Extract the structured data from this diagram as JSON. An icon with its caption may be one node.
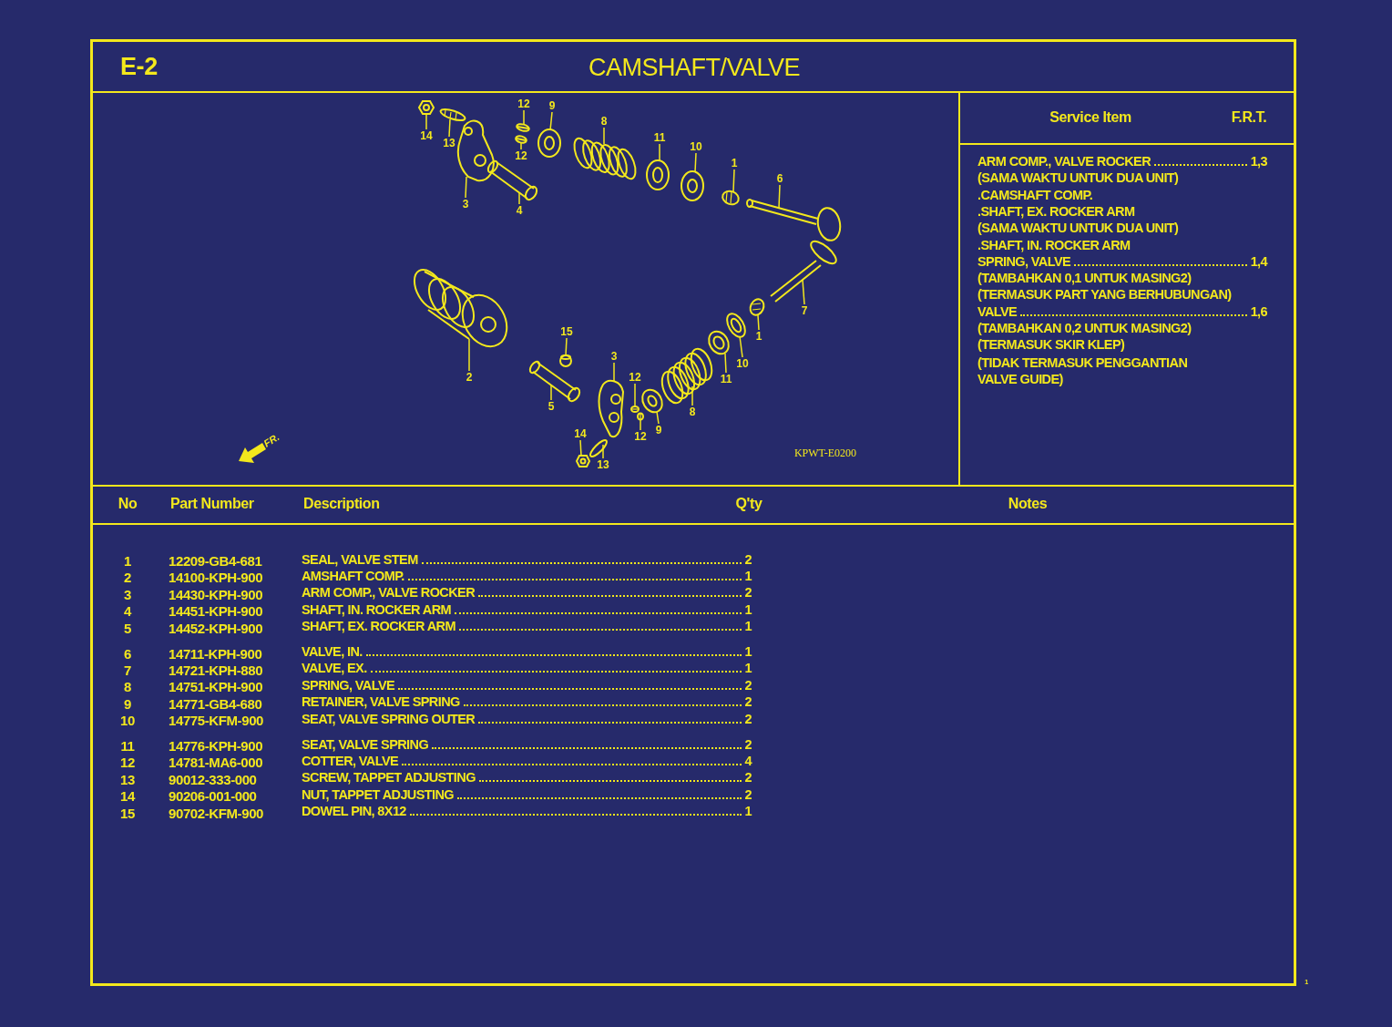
{
  "diagram": {
    "title": "CAMSHAFT/VALVE",
    "nodes": [
      {
        "text": [
          "12"
        ]
      },
      {
        "text": [
          "9"
        ]
      },
      {
        "text": [
          "8"
        ]
      },
      {
        "text": [
          "14"
        ]
      },
      {
        "text": [
          "11"
        ]
      },
      {
        "text": [
          "13"
        ]
      },
      {
        "text": [
          "10"
        ]
      },
      {
        "text": [
          "12"
        ]
      },
      {
        "text": [
          "1"
        ]
      },
      {
        "text": [
          "6"
        ]
      },
      {
        "text": [
          "3"
        ]
      },
      {
        "text": [
          "4"
        ]
      },
      {
        "text": [
          "7"
        ]
      },
      {
        "text": [
          "15"
        ]
      },
      {
        "text": [
          "1"
        ]
      },
      {
        "text": [
          "3"
        ]
      },
      {
        "text": [
          "10"
        ]
      },
      {
        "text": [
          "2"
        ]
      },
      {
        "text": [
          "12"
        ]
      },
      {
        "text": [
          "11"
        ]
      },
      {
        "text": [
          "5"
        ]
      },
      {
        "text": [
          "8"
        ]
      },
      {
        "text": [
          "9"
        ]
      },
      {
        "text": [
          "14"
        ]
      },
      {
        "text": [
          "12"
        ]
      },
      {
        "text": [
          "13"
        ]
      },
      {
        "text": [],
        "shape": "picture"
      },
      {
        "text": [],
        "shape": "picture"
      },
      {
        "text": [],
        "shape": "picture"
      },
      {
        "text": [],
        "shape": "picture"
      },
      {
        "text": [],
        "shape": "picture"
      },
      {
        "text": [],
        "shape": "picture"
      },
      {
        "text": [],
        "shape": "picture"
      },
      {
        "text": [],
        "shape": "picture"
      },
      {
        "text": [],
        "shape": "picture"
      },
      {
        "text": [],
        "shape": "picture"
      },
      {
        "text": [],
        "shape": "picture"
      },
      {
        "text": [],
        "shape": "picture"
      },
      {
        "text": [],
        "shape": "picture"
      },
      {
        "text": [],
        "shape": "picture"
      },
      {
        "text": [],
        "shape": "picture"
      },
      {
        "text": [],
        "shape": "picture"
      },
      {
        "text": [],
        "shape": "picture"
      },
      {
        "text": [],
        "shape": "picture"
      },
      {
        "text": [],
        "shape": "picture"
      },
      {
        "text": [],
        "shape": "picture"
      },
      {
        "text": [],
        "shape": "picture"
      },
      {
        "text": [],
        "shape": "picture"
      },
      {
        "text": [],
        "shape": "picture"
      },
      {
        "text": [],
        "shape": "picture"
      },
      {
        "text": [],
        "shape": "picture"
      },
      {
        "text": [],
        "shape": "picture"
      }
    ],
    "edges": [
      {
        "from": 0,
        "to": 26,
        "arrow": "none"
      },
      {
        "from": 1,
        "to": 27,
        "arrow": "none"
      },
      {
        "from": 2,
        "to": 28,
        "arrow": "none"
      },
      {
        "from": 3,
        "to": 29,
        "arrow": "none"
      },
      {
        "from": 4,
        "to": 30,
        "arrow": "none"
      },
      {
        "from": 5,
        "to": 31,
        "arrow": "none"
      },
      {
        "from": 6,
        "to": 32,
        "arrow": "none"
      },
      {
        "from": 7,
        "to": 33,
        "arrow": "none"
      },
      {
        "from": 8,
        "to": 34,
        "arrow": "none"
      },
      {
        "from": 9,
        "to": 35,
        "arrow": "none"
      },
      {
        "from": 10,
        "to": 36,
        "arrow": "none"
      },
      {
        "from": 11,
        "to": 37,
        "arrow": "none"
      },
      {
        "from": 12,
        "to": 38,
        "arrow": "none"
      },
      {
        "from": 13,
        "to": 39,
        "arrow": "none"
      },
      {
        "from": 14,
        "to": 40,
        "arrow": "none"
      },
      {
        "from": 15,
        "to": 41,
        "arrow": "none"
      },
      {
        "from": 16,
        "to": 42,
        "arrow": "none"
      },
      {
        "from": 17,
        "to": 43,
        "arrow": "none"
      },
      {
        "from": 18,
        "to": 44,
        "arrow": "none"
      },
      {
        "from": 19,
        "to": 45,
        "arrow": "none"
      },
      {
        "from": 20,
        "to": 46,
        "arrow": "none"
      },
      {
        "from": 21,
        "to": 47,
        "arrow": "none"
      },
      {
        "from": 22,
        "to": 48,
        "arrow": "none"
      },
      {
        "from": 23,
        "to": 49,
        "arrow": "none"
      },
      {
        "from": 24,
        "to": 50,
        "arrow": "none"
      },
      {
        "from": 25,
        "to": 51,
        "arrow": "none"
      }
    ],
    "labels": [
      "E-2",
      "Service Item",
      "F.R.T.",
      "ARM COMP., VALVE ROCKER",
      "1,3",
      "(SAMA WAKTU UNTUK DUA UNIT)",
      ".CAMSHAFT COMP.",
      ".SHAFT, EX. ROCKER ARM",
      "(SAMA WAKTU UNTUK DUA UNIT)",
      ".SHAFT, IN. ROCKER ARM",
      "SPRING, VALVE",
      "1,4",
      "(TAMBAHKAN 0,1 UNTUK MASING2)",
      "(TERMASUK PART YANG BERHUBUNGAN)",
      "VALVE",
      "1,6",
      "(TAMBAHKAN 0,2 UNTUK MASING2)",
      "(TERMASUK SKIR KLEP)",
      "(TIDAK TERMASUK PENGGANTIAN VALVE GUIDE)",
      "No",
      "Part Number",
      "Description",
      "Q'ty",
      "Notes",
      "1",
      "12209-GB4-681",
      "SEAL, VALVE STEM",
      "2",
      "2",
      "14100-KPH-900",
      "AMSHAFT COMP.",
      "1",
      "3",
      "14430-KPH-900",
      "ARM COMP., VALVE ROCKER",
      "2",
      "4",
      "14451-KPH-900",
      "SHAFT, IN. ROCKER ARM",
      "1",
      "5",
      "14452-KPH-900",
      "SHAFT, EX. ROCKER ARM",
      "1",
      "6",
      "14711-KPH-900",
      "VALVE, IN.",
      "1",
      "7",
      "14721-KPH-880",
      "VALVE, EX.",
      "1",
      "8",
      "14751-KPH-900",
      "SPRING, VALVE",
      "2",
      "9",
      "14771-GB4-680",
      "RETAINER, VALVE SPRING",
      "2",
      "10",
      "14775-KFM-900",
      "SEAT, VALVE SPRING OUTER",
      "2",
      "11",
      "14776-KPH-900",
      "SEAT, VALVE SPRING",
      "2",
      "12",
      "14781-MA6-000",
      "COTTER, VALVE",
      "4",
      "13",
      "90012-333-000",
      "SCREW, TAPPET ADJUSTING",
      "2",
      "14",
      "90206-001-000",
      "NUT, TAPPET ADJUSTING",
      "2",
      "15",
      "90702-KFM-900",
      "DOWEL PIN, 8X12",
      "1",
      "FR.",
      "KPWT-E0200",
      "1"
    ]
  }
}
